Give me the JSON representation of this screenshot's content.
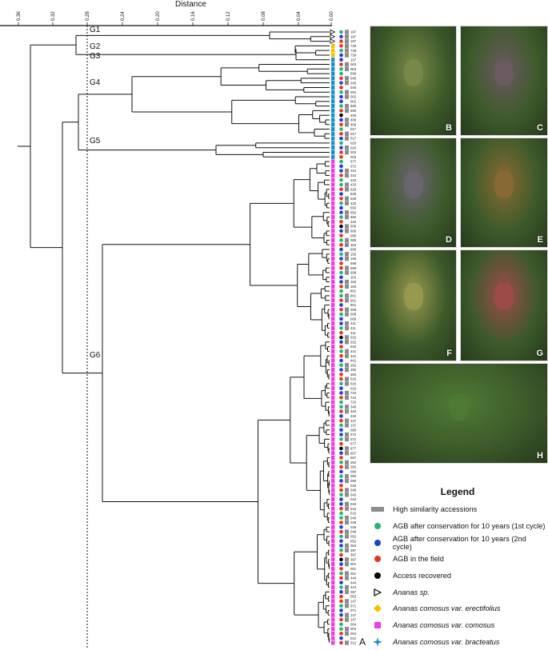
{
  "axis": {
    "title": "Distance",
    "ticks": [
      "0.36",
      "0.32",
      "0.28",
      "0.24",
      "0.20",
      "0.16",
      "0.12",
      "0.08",
      "0.04",
      "0.00"
    ]
  },
  "groups": [
    "G1",
    "G2",
    "G3",
    "G4",
    "G5",
    "G6"
  ],
  "panel_label": "A",
  "photos": [
    {
      "label": "B",
      "tone": "#7a8a4a"
    },
    {
      "label": "C",
      "tone": "#6b5a60"
    },
    {
      "label": "D",
      "tone": "#6b6570"
    },
    {
      "label": "E",
      "tone": "#8a6a35"
    },
    {
      "label": "F",
      "tone": "#9a9a50"
    },
    {
      "label": "G",
      "tone": "#a04a4a"
    },
    {
      "label": "H",
      "tone": "#4f7a35"
    }
  ],
  "legend": {
    "title": "Legend",
    "items": [
      {
        "symbol": "gray-bar",
        "color": "#8c8c8c",
        "text": "High similarity accessions",
        "italic": false
      },
      {
        "symbol": "circle",
        "color": "#22b573",
        "text": "AGB after conservation for 10 years (1st cycle)",
        "italic": false
      },
      {
        "symbol": "circle",
        "color": "#1f3fd1",
        "text": "AGB after conservation for 10 years (2nd cycle)",
        "italic": false
      },
      {
        "symbol": "circle",
        "color": "#e8341f",
        "text": "AGB in the field",
        "italic": false
      },
      {
        "symbol": "circle",
        "color": "#000000",
        "text": "Access recovered",
        "italic": false
      },
      {
        "symbol": "triangle",
        "color": "#000000",
        "text": "Ananas sp.",
        "italic": true
      },
      {
        "symbol": "diamond",
        "color": "#f2c200",
        "text": "Ananas comosus var. erectifolius",
        "italic": true
      },
      {
        "symbol": "square",
        "color": "#ee3ee0",
        "text": "Ananas comosus var. comosus",
        "italic": true
      },
      {
        "symbol": "star",
        "color": "#1b8fc7",
        "text": "Ananas comosus var. bracteatus",
        "italic": true
      }
    ]
  },
  "accessions": [
    "197",
    "197",
    "197",
    "739",
    "739",
    "739",
    "137",
    "063",
    "063",
    "690",
    "045",
    "045",
    "045",
    "002",
    "002",
    "002",
    "690",
    "690",
    "409",
    "409",
    "409",
    "017",
    "017",
    "017",
    "020",
    "020",
    "003",
    "003",
    "677",
    "072",
    "434",
    "343",
    "433",
    "433",
    "629",
    "629",
    "629",
    "433",
    "650",
    "650",
    "650",
    "343",
    "606",
    "606",
    "085",
    "085",
    "163",
    "606",
    "155",
    "155",
    "698",
    "698",
    "698",
    "163",
    "163",
    "163",
    "801",
    "801",
    "801",
    "801",
    "008",
    "008",
    "008",
    "411",
    "411",
    "411",
    "032",
    "032",
    "032",
    "441",
    "441",
    "441",
    "292",
    "292",
    "353",
    "016",
    "016",
    "016",
    "710",
    "710",
    "710",
    "340",
    "340",
    "340",
    "137",
    "137",
    "080",
    "072",
    "072",
    "677",
    "677",
    "657",
    "657",
    "292",
    "292",
    "090",
    "090",
    "090",
    "049",
    "049",
    "043",
    "043",
    "043",
    "515",
    "515",
    "045",
    "048",
    "048",
    "048",
    "052",
    "052",
    "053",
    "397",
    "397",
    "397",
    "001",
    "001",
    "001",
    "444",
    "444",
    "444",
    "057",
    "053",
    "147",
    "071",
    "071",
    "147",
    "147",
    "004",
    "004",
    "004",
    "012",
    "012"
  ],
  "markers": {
    "circle_colors": [
      "#22b573",
      "#1f3fd1",
      "#e8341f",
      "#000000"
    ],
    "species": {
      "triangle": [
        0,
        1,
        2
      ],
      "diamond": [
        3,
        4,
        5
      ],
      "star": [
        6,
        7,
        8,
        9,
        10,
        11,
        12,
        13,
        14,
        15,
        16,
        17,
        18,
        19,
        20,
        21,
        22,
        23,
        24,
        25,
        26,
        27
      ],
      "square_from": 28
    },
    "high_similarity": [
      0,
      1,
      2,
      3,
      4,
      5,
      7,
      8,
      10,
      11,
      13,
      14,
      16,
      17,
      19,
      20,
      22,
      23,
      25,
      26,
      30,
      31,
      33,
      34,
      36,
      37,
      39,
      40,
      42,
      43,
      45,
      46,
      48,
      49,
      51,
      52,
      54,
      55,
      57,
      58,
      60,
      61,
      63,
      64,
      66,
      67,
      69,
      70,
      72,
      73,
      75,
      76,
      78,
      79,
      81,
      82,
      84,
      85,
      87,
      88,
      90,
      91,
      93,
      94,
      96,
      97,
      99,
      100,
      102,
      103,
      105,
      106,
      108,
      109,
      111,
      112,
      114,
      115,
      117,
      118,
      120,
      121,
      123,
      124,
      126,
      127,
      129,
      130,
      132,
      133
    ],
    "circle_pattern": [
      0,
      1,
      2,
      2,
      0,
      1,
      1,
      2,
      0,
      0,
      2,
      1,
      2,
      0,
      1,
      1,
      0,
      2,
      3,
      1,
      2,
      0,
      2,
      1
    ]
  }
}
